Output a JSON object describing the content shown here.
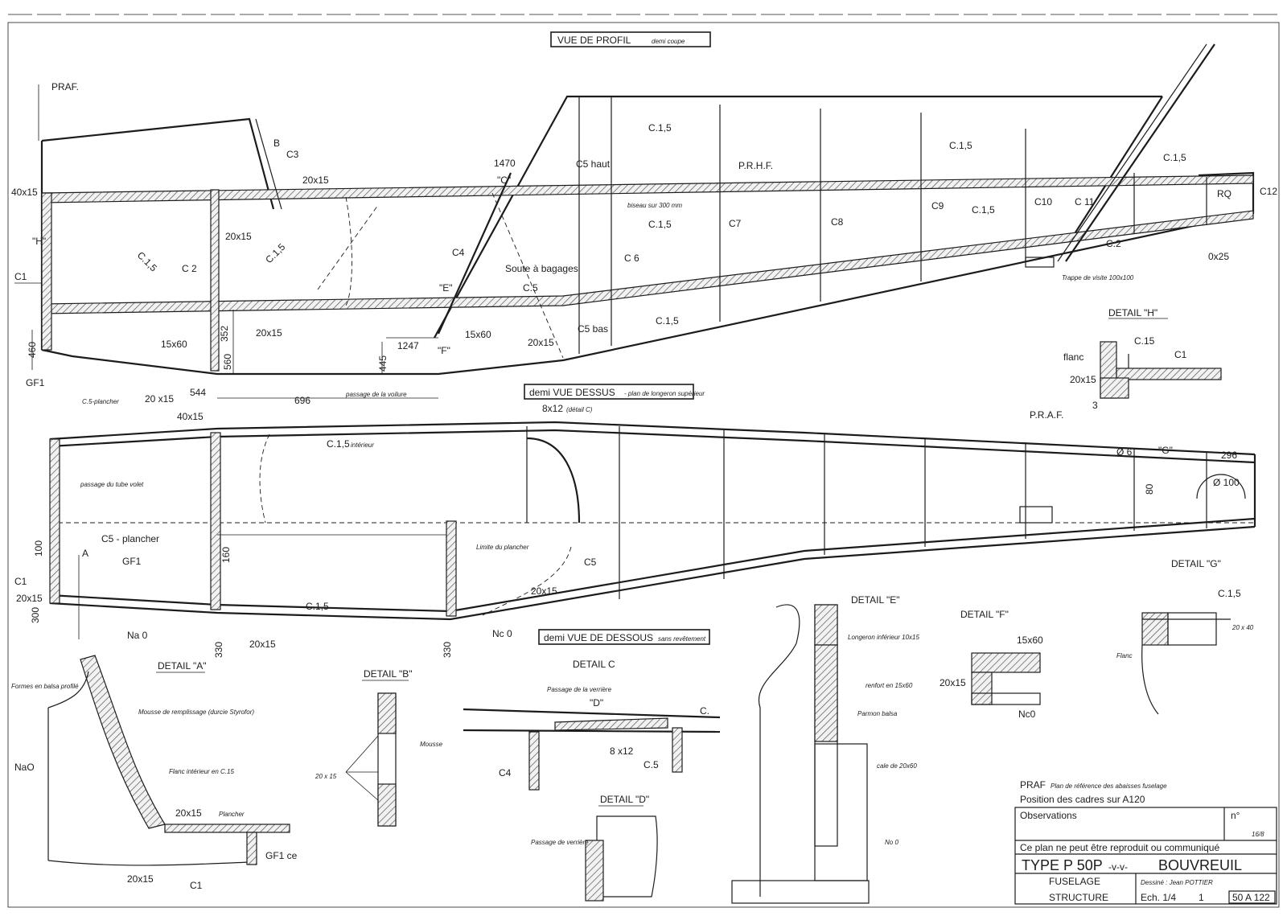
{
  "profile": {
    "title": "VUE DE PROFIL",
    "title_sub": "demi coupe",
    "labels": {
      "praf": "PRAF.",
      "b": "B",
      "c3": "C3",
      "s40x15": "40x15",
      "h": "\"H\"",
      "c1": "C1",
      "c2": "C 2",
      "c15a": "C.1,5",
      "c15b": "C.1,5",
      "s20x15a": "20x15",
      "s20x15b": "20x15",
      "s20x15c": "20x15",
      "s20x15d": "20x15",
      "s20x15e": "20 x15",
      "s15x60a": "15x60",
      "s15x60b": "15x60",
      "gf1": "GF1",
      "c5plancher": "C.5-plancher",
      "d1470": "1470",
      "cdet": "\"C\"",
      "c5haut": "C5 haut",
      "c4": "C4",
      "soute": "Soute à bagages",
      "e": "\"E\"",
      "c5": "C.5",
      "c5bas": "C5 bas",
      "f": "\"F\"",
      "c6": "C 6",
      "c7": "C7",
      "c8": "C8",
      "c9": "C9",
      "c10": "C10",
      "c11": "C 11",
      "c15c": "C.1,5",
      "c15d": "C.1,5",
      "c15e": "C.1,5",
      "c15f": "C.1,5",
      "c15g": "C.1,5",
      "c15h": "C.1,5",
      "prhf": "P.R.H.F.",
      "rq": "RQ",
      "c12": "C12",
      "c2b": "C.2",
      "x0x25": "0x25",
      "d460": "460",
      "d352": "352",
      "d560": "560",
      "d445": "445",
      "d1247": "1247",
      "d544": "544",
      "d696": "696",
      "note_passage": "passage de la voilure",
      "note_biseau": "biseau sur 300 mm",
      "note_trappe": "Trappe de visite 100x100"
    }
  },
  "top": {
    "title": "demi VUE DESSUS",
    "title_sub": "- plan de longeron supérieur",
    "labels": {
      "s40x15": "40x15",
      "s8x12": "8x12",
      "s8x12_sub": "(détail C)",
      "c15int": "C.1,5",
      "c15int_sub": "intérieur",
      "passage": "passage du tube volet",
      "phi6": "Ø 6",
      "g": "\"G\"",
      "d296": "296",
      "phi100": "Ø 100",
      "d80": "80",
      "d100": "100",
      "d160": "160",
      "d300": "300",
      "d330a": "330",
      "d330b": "330",
      "c5plancher": "C5 - plancher",
      "a": "A",
      "gf1": "GF1",
      "c1": "C1",
      "s20x15a": "20x15",
      "s20x15b": "20x15",
      "s20x15c": "20x15",
      "c5": "C5",
      "c15": "C.1,5",
      "na0": "Na 0",
      "nc0": "Nc 0",
      "limite": "Limite du plancher"
    }
  },
  "bottom": {
    "title": "demi VUE DE DESSOUS",
    "title_sub": "sans revêtement"
  },
  "details": {
    "h": {
      "title": "DETAIL \"H\"",
      "flanc": "flanc",
      "c15": "C.15",
      "c1": "C1",
      "s20x15": "20x15",
      "d3": "3",
      "praf": "P.R.A.F."
    },
    "a": {
      "title": "DETAIL \"A\"",
      "na0": "NaO",
      "s20x15a": "20x15",
      "s20x15b": "20x15",
      "plancher": "Plancher",
      "gf1": "GF1 ce",
      "c1": "C1",
      "note1": "Formes en balsa profilé",
      "note2": "Mousse de remplissage (durcie Styrofor)",
      "note3": "Flanc intérieur en C.15"
    },
    "b": {
      "title": "DETAIL \"B\"",
      "s20x15": "20 x 15",
      "mousse": "Mousse"
    },
    "c": {
      "title": "DETAIL C",
      "d": "\"D\"",
      "c4": "C4",
      "c5": "C.5",
      "b8x12": "8 x12",
      "cdot": "C.",
      "note": "Passage de la verrière"
    },
    "d": {
      "title": "DETAIL \"D\"",
      "note": "Passage de verrière"
    },
    "e": {
      "title": "DETAIL \"E\"",
      "note1": "Longeron inférieur 10x15",
      "note2": "renfort en 15x60",
      "note3": "Parmon balsa",
      "note4": "cale de 20x60",
      "note5": "No 0"
    },
    "f": {
      "title": "DETAIL \"F\"",
      "s15x60": "15x60",
      "s20x15": "20x15",
      "nc0": "Nc0"
    },
    "g": {
      "title": "DETAIL \"G\"",
      "c15": "C.1,5",
      "s20x40": "20 x 40",
      "flanc": "Flanc"
    }
  },
  "title_block": {
    "praf_label": "PRAF",
    "praf_note": "Plan de référence des abaisses fuselage",
    "position": "Position des cadres sur A120",
    "observations": "Observations",
    "n": "n°",
    "copyright": "Ce plan ne peut être reproduit ou communiqué",
    "type": "TYPE P 50P",
    "type_suffix": "-v-v-",
    "name": "BOUVREUIL",
    "fuselage": "FUSELAGE",
    "structure": "STRUCTURE",
    "dessine": "Dessiné : Jean POTTIER",
    "echelle": "Ech. 1/4",
    "one": "1",
    "ref": "50 A 122",
    "date": "16/8"
  }
}
